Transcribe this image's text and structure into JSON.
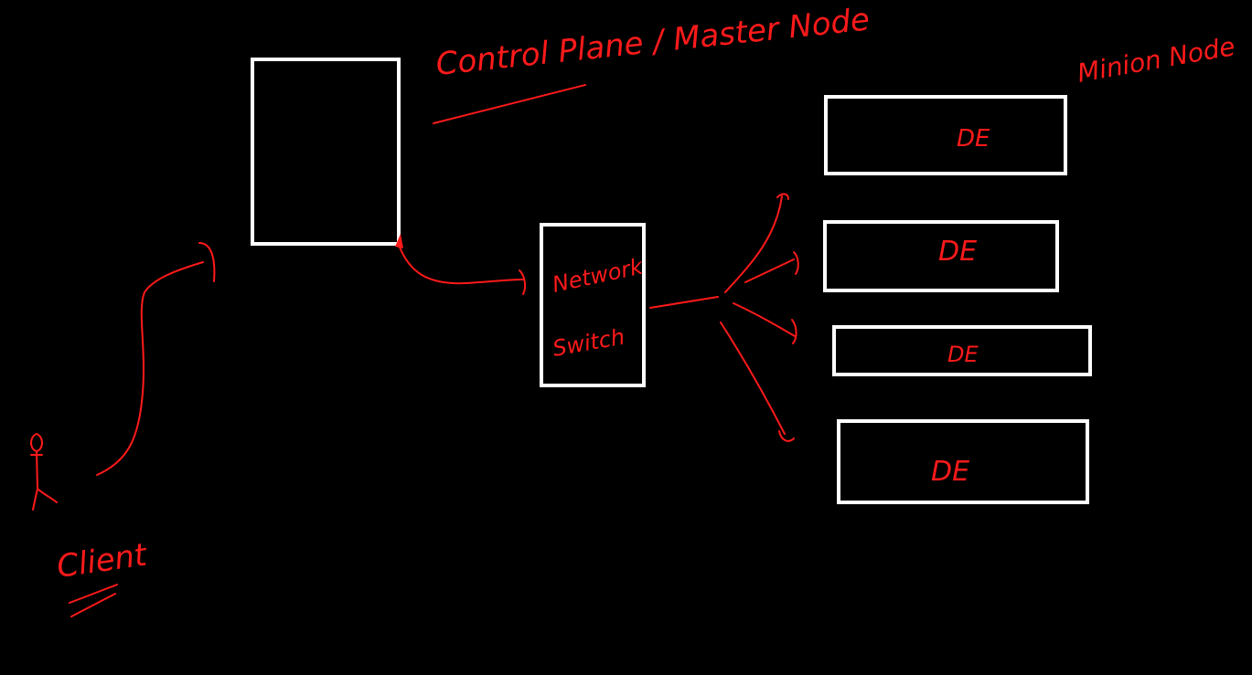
{
  "colors": {
    "background": "#000000",
    "box_stroke": "#ffffff",
    "ink": "#ff1a1a"
  },
  "labels": {
    "control_plane": "Control Plane / Master Node",
    "minion_node": "Minion Node",
    "network_switch_line1": "Network",
    "network_switch_line2": "Switch",
    "client": "Client"
  },
  "minion_boxes": [
    {
      "label": "DE"
    },
    {
      "label": "DE"
    },
    {
      "label": "DE"
    },
    {
      "label": "DE"
    }
  ]
}
